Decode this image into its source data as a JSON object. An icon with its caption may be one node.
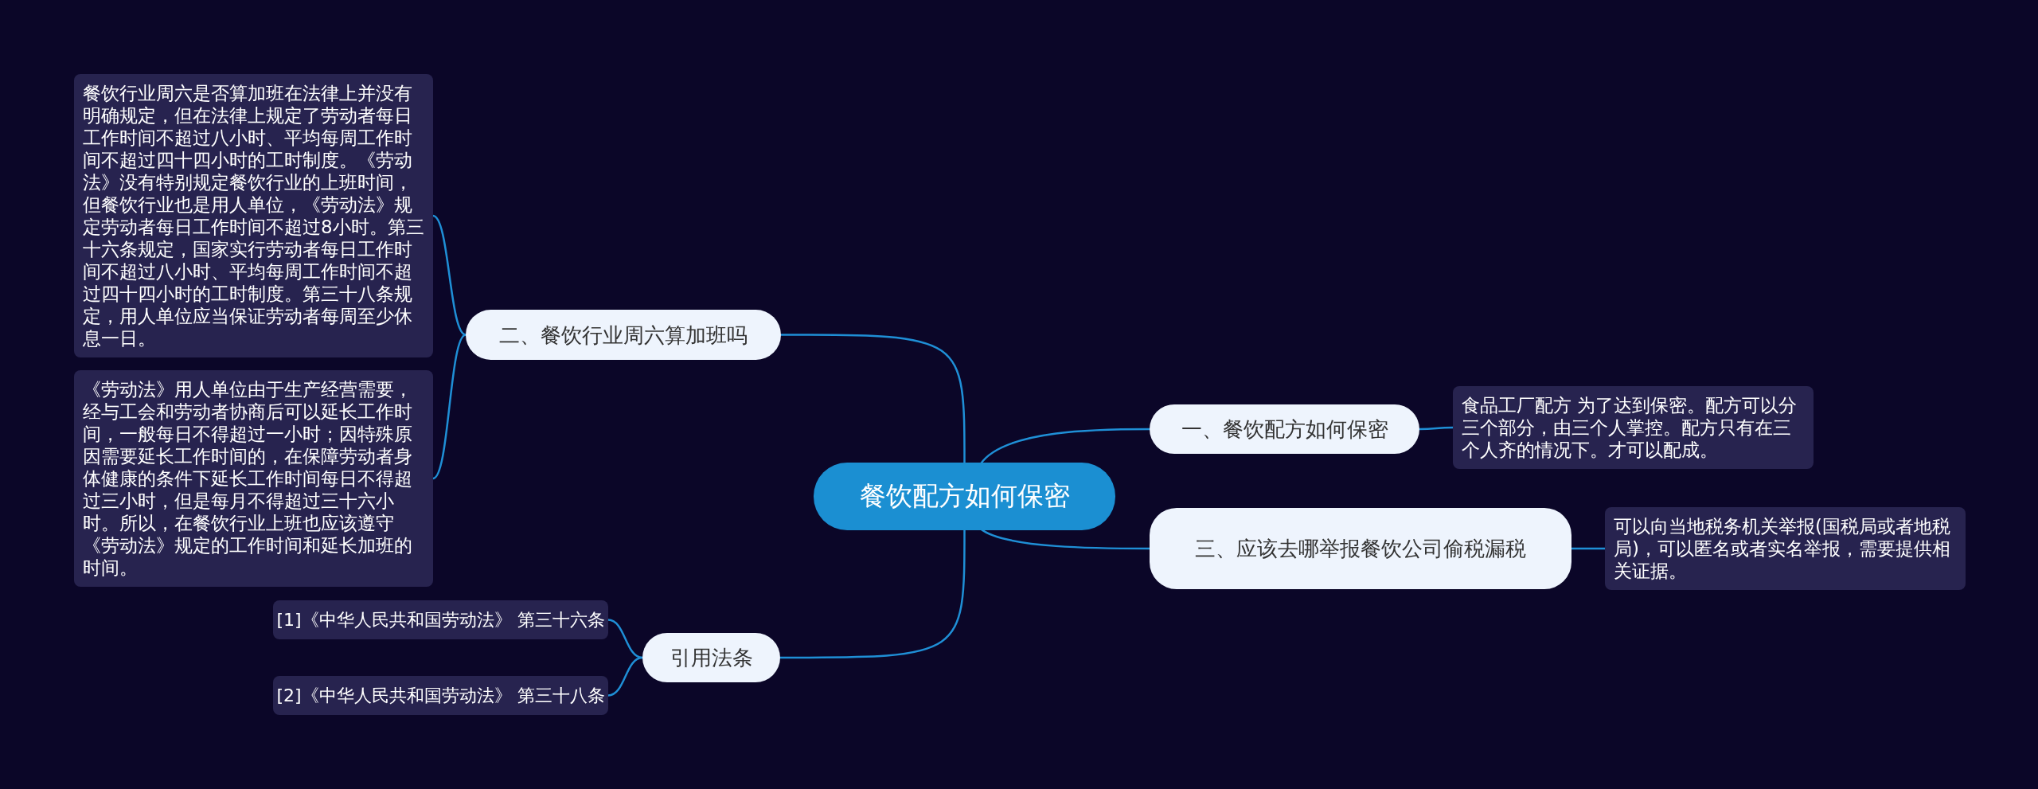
{
  "diagram": {
    "nodes": [
      {
        "text": [
          "餐饮配方如何保密"
        ]
      },
      {
        "text": [
          "二、餐饮行业周六算加班吗"
        ]
      },
      {
        "text": [
          "餐饮行业周六是否算加班在法律上并没有明确规定，但在法律上规定了劳动者每日工作时间不超过八小时、平均每周工作时间不超过四十四小时的工时制度。《劳动法》没有特别规定餐饮行业的上班时间，但餐饮行业也是用人单位，《劳动法》规定劳动者每日工作时间不超过8小时。第三十六条规定，国家实行劳动者每日工作时间不超过八小时、平均每周工作时间不超过四十四小时的工时制度。第三十八条规定，用人单位应当保证劳动者每周至少休息一日。"
        ]
      },
      {
        "text": [
          "《劳动法》用人单位由于生产经营需要，经与工会和劳动者协商后可以延长工作时间，一般每日不得超过一小时；因特殊原因需要延长工作时间的，在保障劳动者身体健康的条件下延长工作时间每日不得超过三小时，但是每月不得超过三十六小时。所以，在餐饮行业上班也应该遵守《劳动法》规定的工作时间和延长加班的时间。"
        ]
      },
      {
        "text": [
          "一、餐饮配方如何保密"
        ]
      },
      {
        "text": [
          "食品工厂配方 为了达到保密。配方可以分三个部分，由三个人掌控。配方只有在三个人齐的情况下。才可以配成。"
        ]
      },
      {
        "text": [
          "三、应该去哪举报餐饮公司偷税漏税"
        ]
      },
      {
        "text": [
          "可以向当地税务机关举报(国税局或者地税局)，可以匿名或者实名举报，需要提供相关证据。"
        ]
      },
      {
        "text": [
          "引用法条"
        ]
      },
      {
        "text": [
          "[1]《中华人民共和国劳动法》 第三十六条"
        ]
      },
      {
        "text": [
          "[2]《中华人民共和国劳动法》 第三十八条"
        ]
      }
    ],
    "edges": [
      {
        "from": 0,
        "to": 1,
        "arrow": "none"
      },
      {
        "from": 1,
        "to": 2,
        "arrow": "none"
      },
      {
        "from": 1,
        "to": 3,
        "arrow": "none"
      },
      {
        "from": 0,
        "to": 4,
        "arrow": "none"
      },
      {
        "from": 4,
        "to": 5,
        "arrow": "none"
      },
      {
        "from": 0,
        "to": 6,
        "arrow": "none"
      },
      {
        "from": 6,
        "to": 7,
        "arrow": "none"
      },
      {
        "from": 0,
        "to": 8,
        "arrow": "none"
      },
      {
        "from": 8,
        "to": 9,
        "arrow": "none"
      },
      {
        "from": 8,
        "to": 10,
        "arrow": "none"
      }
    ]
  }
}
